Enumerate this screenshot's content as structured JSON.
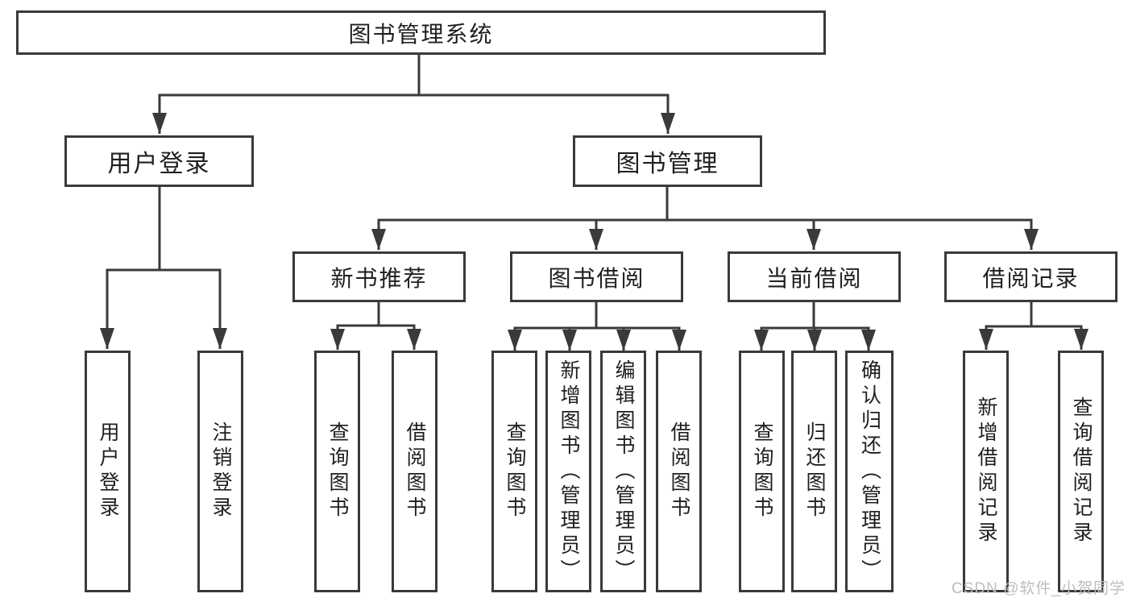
{
  "tree": {
    "root": {
      "label": "图书管理系统"
    },
    "branches": [
      {
        "label": "用户登录",
        "leaves": [
          "用户登录",
          "注销登录"
        ]
      },
      {
        "label": "图书管理",
        "children": [
          {
            "label": "新书推荐",
            "leaves": [
              "查询图书",
              "借阅图书"
            ]
          },
          {
            "label": "图书借阅",
            "leaves": [
              "查询图书",
              "新增图书（管理员）",
              "编辑图书（管理员）",
              "借阅图书"
            ]
          },
          {
            "label": "当前借阅",
            "leaves": [
              "查询图书",
              "归还图书",
              "确认归还（管理员）"
            ]
          },
          {
            "label": "借阅记录",
            "leaves": [
              "新增借阅记录",
              "查询借阅记录"
            ]
          }
        ]
      }
    ]
  },
  "watermark": "CSDN @软件_小贺同学",
  "colors": {
    "line": "#3a3a3a",
    "text": "#1f1f1f",
    "watermark": "#bdbdbd",
    "background": "#ffffff"
  }
}
